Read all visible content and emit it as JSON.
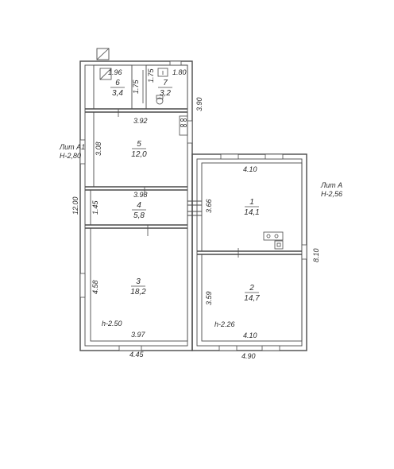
{
  "labels": {
    "lit_a1_name": "Лит А1",
    "lit_a1_height": "Н-2,80",
    "lit_a_name": "Лит А",
    "lit_a_height": "Н-2,56"
  },
  "rooms": [
    {
      "number": "1",
      "area": "14,1"
    },
    {
      "number": "2",
      "area": "14,7"
    },
    {
      "number": "3",
      "area": "18,2"
    },
    {
      "number": "4",
      "area": "5,8"
    },
    {
      "number": "5",
      "area": "12,0"
    },
    {
      "number": "6",
      "area": "3,4"
    },
    {
      "number": "7",
      "area": "3,2"
    }
  ],
  "dimensions": {
    "r6_width": "1.96",
    "r6_height": "1.75",
    "r7_width": "1.80",
    "r7_height": "1.75",
    "a1_top_side": "3.90",
    "r5_width": "3.92",
    "r5_height": "3.08",
    "r4_width": "3.98",
    "r4_height": "1.45",
    "a1_total_height": "12.00",
    "r3_height": "4.58",
    "r3_width": "3.97",
    "a1_outer_width": "4.45",
    "r1_width": "4.10",
    "r1_height": "3.66",
    "a_total_height": "8.10",
    "r2_height": "3.59",
    "r2_width": "4.10",
    "a_outer_width": "4.90"
  },
  "heights": {
    "r3": "h-2.50",
    "r2": "h-2.26"
  }
}
